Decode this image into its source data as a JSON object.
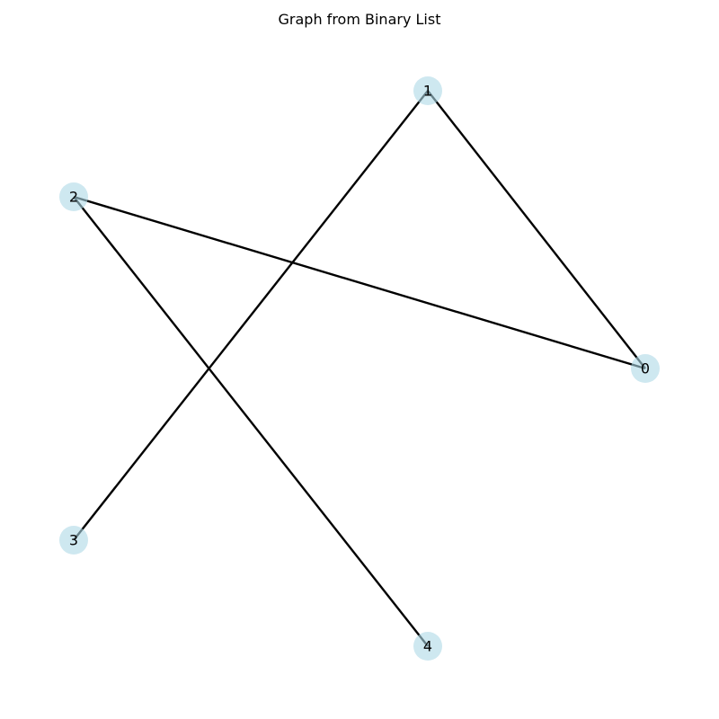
{
  "title": "Graph from Binary List",
  "colors": {
    "node_fill": "#add8e6",
    "edge": "#000000",
    "label": "#000000"
  },
  "nodes": [
    {
      "id": "0",
      "label": "0"
    },
    {
      "id": "1",
      "label": "1"
    },
    {
      "id": "2",
      "label": "2"
    },
    {
      "id": "3",
      "label": "3"
    },
    {
      "id": "4",
      "label": "4"
    }
  ],
  "edges": [
    {
      "source": "0",
      "target": "1"
    },
    {
      "source": "0",
      "target": "2"
    },
    {
      "source": "1",
      "target": "3"
    },
    {
      "source": "2",
      "target": "4"
    }
  ]
}
